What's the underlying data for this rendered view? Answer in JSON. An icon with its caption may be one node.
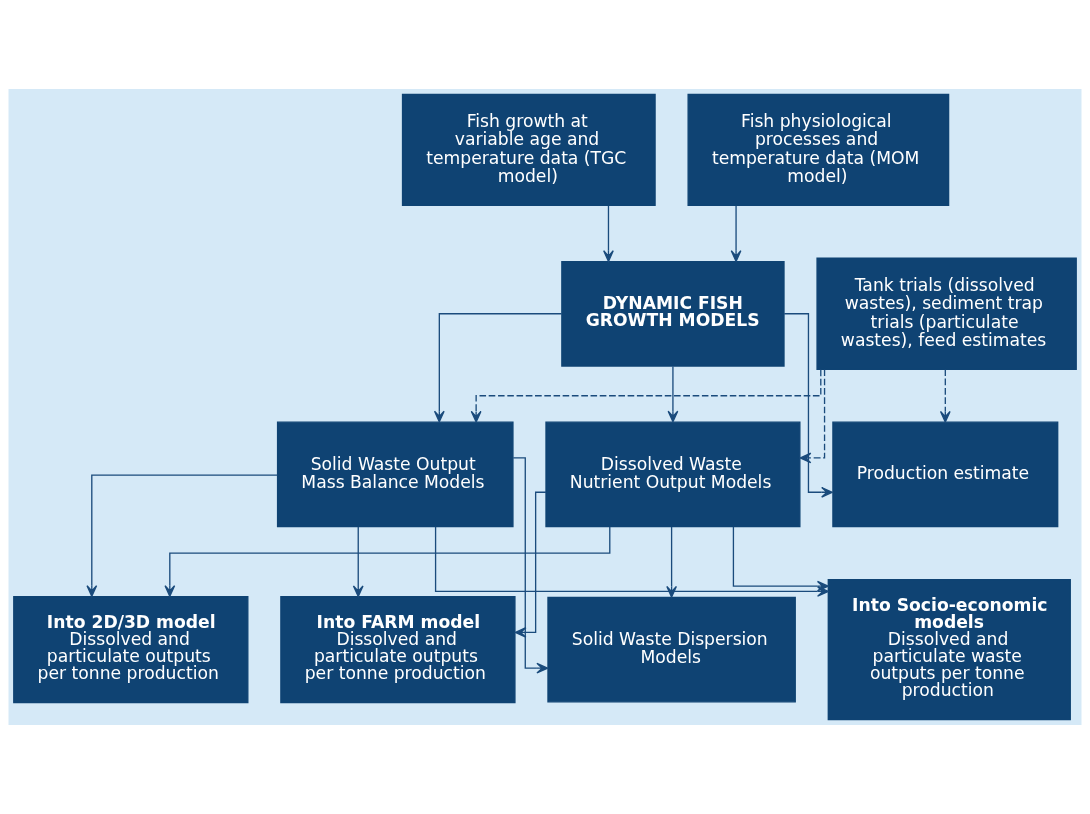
{
  "diagram": {
    "nodes": [
      {
        "text": [
          "Fish growth at variable age and temperature data (TGC model)"
        ]
      },
      {
        "text": [
          "Fish physiological processes and temperature data (MOM model)"
        ]
      },
      {
        "text": [
          "DYNAMIC FISH GROWTH MODELS"
        ]
      },
      {
        "text": [
          "Tank trials (dissolved wastes), sediment trap trials (particulate wastes), feed estimates"
        ]
      },
      {
        "text": [
          "Dissolved Waste Nutrient Output Models"
        ]
      },
      {
        "text": [
          "Solid Waste Output Mass Balance Models"
        ]
      },
      {
        "text": [
          "Production estimate"
        ]
      },
      {
        "text": [
          "Solid Waste Dispersion Models"
        ]
      },
      {
        "text": [
          "Into Socio-economic models",
          "Dissolved and particulate waste outputs per tonne production"
        ]
      },
      {
        "text": [
          "Into 2D/3D model",
          "Dissolved and particulate outputs per tonne production"
        ]
      },
      {
        "text": [
          "Into FARM model",
          "Dissolved and particulate outputs per tonne production"
        ]
      }
    ],
    "edges": [
      {
        "from": 0,
        "to": 2,
        "arrow": "to"
      },
      {
        "from": 1,
        "to": 2,
        "arrow": "to"
      },
      {
        "from": 2,
        "to": 4,
        "arrow": "to"
      },
      {
        "from": 2,
        "to": 5,
        "arrow": "to"
      },
      {
        "from": 2,
        "to": 6,
        "arrow": "to"
      },
      {
        "from": 3,
        "to": 4,
        "arrow": "to",
        "style": "dashed"
      },
      {
        "from": 3,
        "to": 5,
        "arrow": "to",
        "style": "dashed"
      },
      {
        "from": 3,
        "to": 6,
        "arrow": "to",
        "style": "dashed"
      },
      {
        "from": 4,
        "to": 7,
        "arrow": "to"
      },
      {
        "from": 4,
        "to": 8,
        "arrow": "to"
      },
      {
        "from": 4,
        "to": 9,
        "arrow": "to"
      },
      {
        "from": 4,
        "to": 10,
        "arrow": "to"
      },
      {
        "from": 5,
        "to": 7,
        "arrow": "to"
      },
      {
        "from": 5,
        "to": 8,
        "arrow": "to"
      },
      {
        "from": 5,
        "to": 9,
        "arrow": "to"
      },
      {
        "from": 5,
        "to": 10,
        "arrow": "to"
      }
    ]
  }
}
